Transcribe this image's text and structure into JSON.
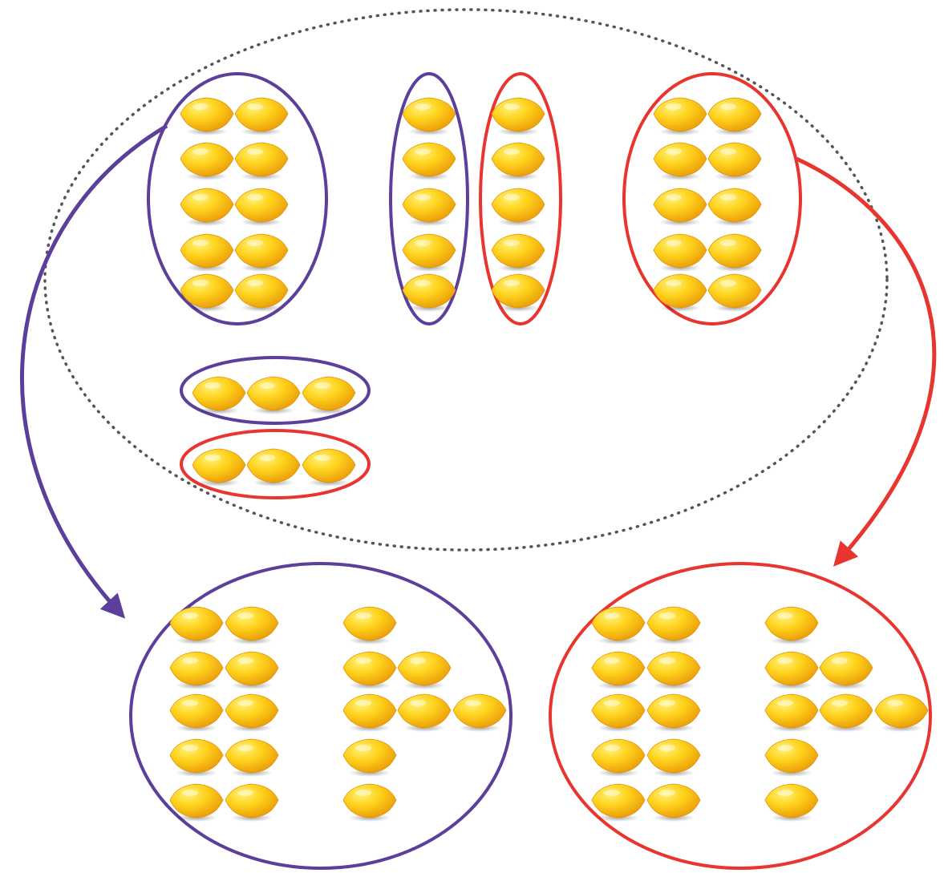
{
  "colors": {
    "group_a": "#5b3f9b",
    "group_b": "#e8352f",
    "boundary": "#555555",
    "lemon_light": "#fff27a",
    "lemon_mid": "#ffd21c",
    "lemon_dark": "#e99a08",
    "background": "#ffffff"
  },
  "icons": {
    "item": "lemon-icon"
  },
  "diagram": {
    "description_counts": {
      "top_left_pair_group": 10,
      "top_center_left_column": 5,
      "top_center_right_column": 5,
      "top_right_pair_group": 10,
      "middle_row_a": 3,
      "middle_row_b": 3,
      "bottom_left_result": 18,
      "bottom_right_result": 18
    }
  }
}
